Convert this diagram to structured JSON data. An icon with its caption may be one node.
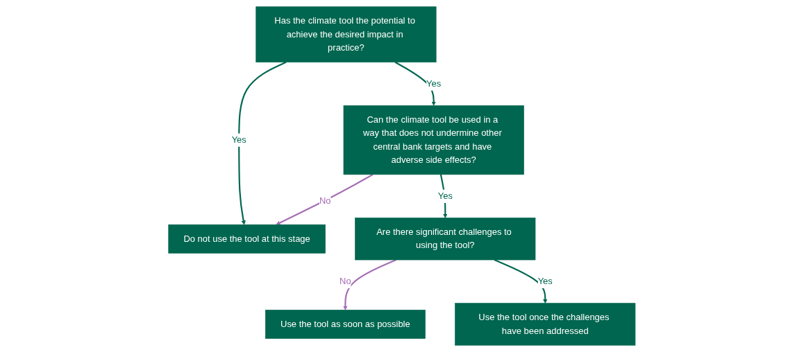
{
  "diagram": {
    "nodes": [
      {
        "text": [
          "Has the climate tool the potential to achieve the desired impact in practice?"
        ]
      },
      {
        "text": [
          "Can the climate tool be used in a way that does not undermine other central bank targets and have adverse side effects?"
        ]
      },
      {
        "text": [
          "Do not use the tool at this stage"
        ]
      },
      {
        "text": [
          "Are there significant challenges to using the tool?"
        ]
      },
      {
        "text": [
          "Use the tool as soon as possible"
        ]
      },
      {
        "text": [
          "Use the tool once the challenges have been addressed"
        ]
      }
    ],
    "edges": [
      {
        "from": 0,
        "to": 1,
        "arrow": "to",
        "label": "Yes"
      },
      {
        "from": 0,
        "to": 2,
        "arrow": "to",
        "label": "Yes"
      },
      {
        "from": 1,
        "to": 2,
        "arrow": "to",
        "label": "No",
        "color": "#a56db5"
      },
      {
        "from": 1,
        "to": 3,
        "arrow": "to",
        "label": "Yes"
      },
      {
        "from": 3,
        "to": 4,
        "arrow": "to",
        "label": "No",
        "color": "#a56db5"
      },
      {
        "from": 3,
        "to": 5,
        "arrow": "to",
        "label": "Yes"
      }
    ]
  }
}
